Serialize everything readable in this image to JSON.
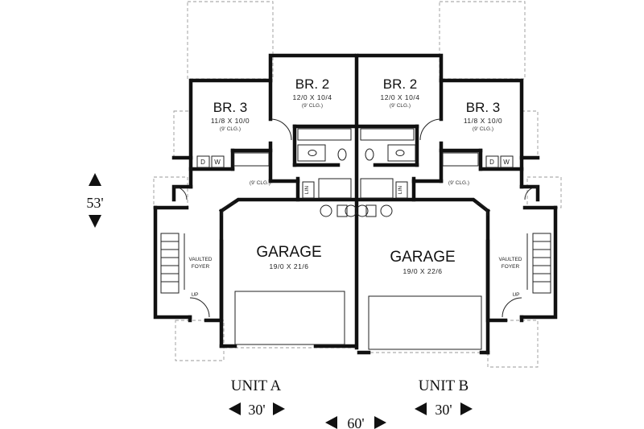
{
  "unit_a": {
    "bedroom_3": {
      "name": "BR. 3",
      "size": "11/8 X 10/0",
      "ceiling": "(9' CLG.)"
    },
    "bedroom_2": {
      "name": "BR. 2",
      "size": "12/0 X 10/4",
      "ceiling": "(9' CLG.)"
    },
    "garage": {
      "name": "GARAGE",
      "size": "19/0 X 21/6"
    },
    "foyer": {
      "line1": "VAULTED",
      "line2": "FOYER"
    },
    "hall_ceiling": "(9' CLG.)",
    "linen": "LIN",
    "dryer": "D",
    "washer": "W",
    "stair": "UP",
    "label": "UNIT A",
    "width": "30'"
  },
  "unit_b": {
    "bedroom_3": {
      "name": "BR. 3",
      "size": "11/8 X 10/0",
      "ceiling": "(9' CLG.)"
    },
    "bedroom_2": {
      "name": "BR. 2",
      "size": "12/0 X 10/4",
      "ceiling": "(9' CLG.)"
    },
    "garage": {
      "name": "GARAGE",
      "size": "19/0 X 22/6"
    },
    "foyer": {
      "line1": "VAULTED",
      "line2": "FOYER"
    },
    "hall_ceiling": "(9' CLG.)",
    "linen": "LIN",
    "dryer": "D",
    "washer": "W",
    "stair": "UP",
    "label": "UNIT B",
    "width": "30'"
  },
  "overall": {
    "depth": "53'",
    "width": "60'"
  }
}
